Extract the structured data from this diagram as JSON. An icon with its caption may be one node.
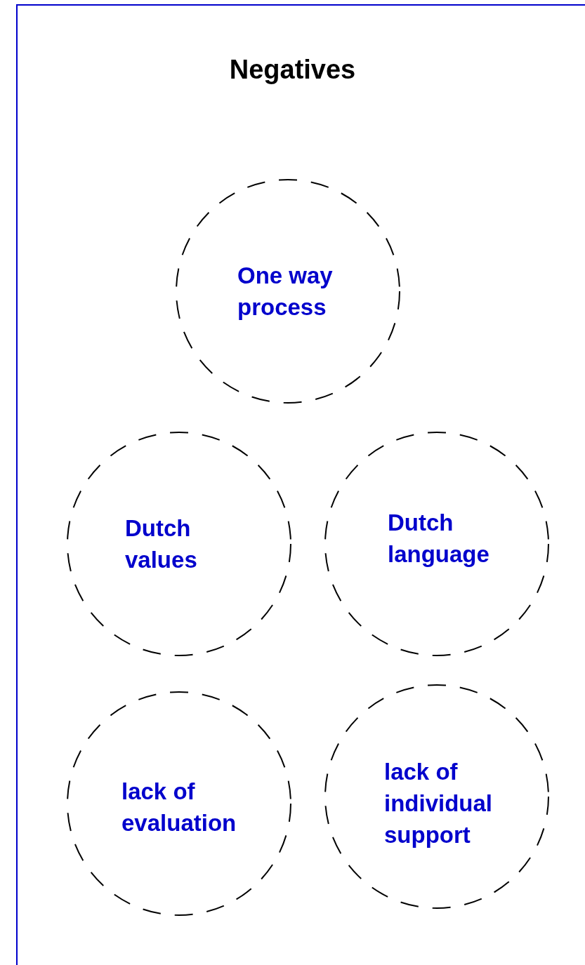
{
  "diagram": {
    "title": "Negatives",
    "nodes": [
      {
        "text": [
          "One way process"
        ]
      },
      {
        "text": [
          "Dutch values"
        ]
      },
      {
        "text": [
          "Dutch language"
        ]
      },
      {
        "text": [
          "lack of evaluation"
        ]
      },
      {
        "text": [
          "lack of individual support"
        ]
      }
    ]
  }
}
